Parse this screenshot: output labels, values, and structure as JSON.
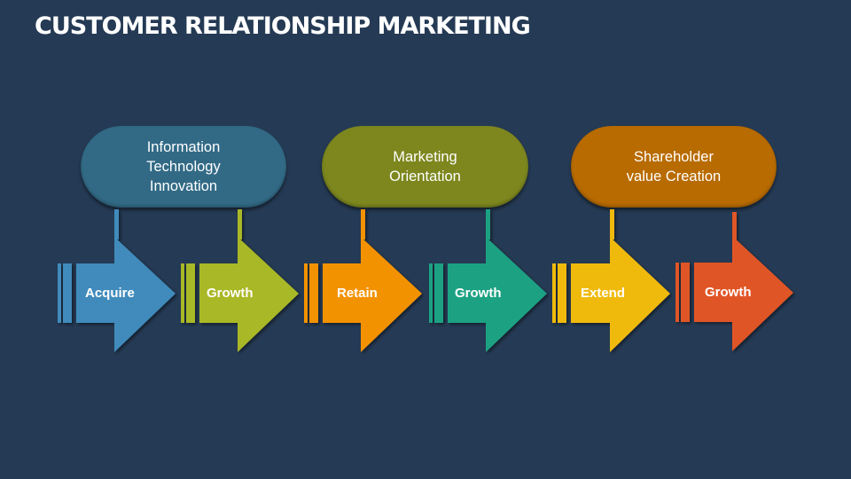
{
  "title": "CUSTOMER RELATIONSHIP MARKETING",
  "colors": {
    "background": "#253a54",
    "text": "#ffffff"
  },
  "pills": [
    {
      "label": "Information\nTechnology\nInnovation",
      "color": "#326a86"
    },
    {
      "label": "Marketing\nOrientation",
      "color": "#7d871e"
    },
    {
      "label": "Shareholder\nvalue Creation",
      "color": "#b86b00"
    }
  ],
  "arrows": [
    {
      "label": "Acquire",
      "color": "#3f8bbc"
    },
    {
      "label": "Growth",
      "color": "#a9b826"
    },
    {
      "label": "Retain",
      "color": "#f39200"
    },
    {
      "label": "Growth",
      "color": "#1fa283"
    },
    {
      "label": "Extend",
      "color": "#f0ba0e"
    },
    {
      "label": "Growth",
      "color": "#e05527"
    }
  ]
}
